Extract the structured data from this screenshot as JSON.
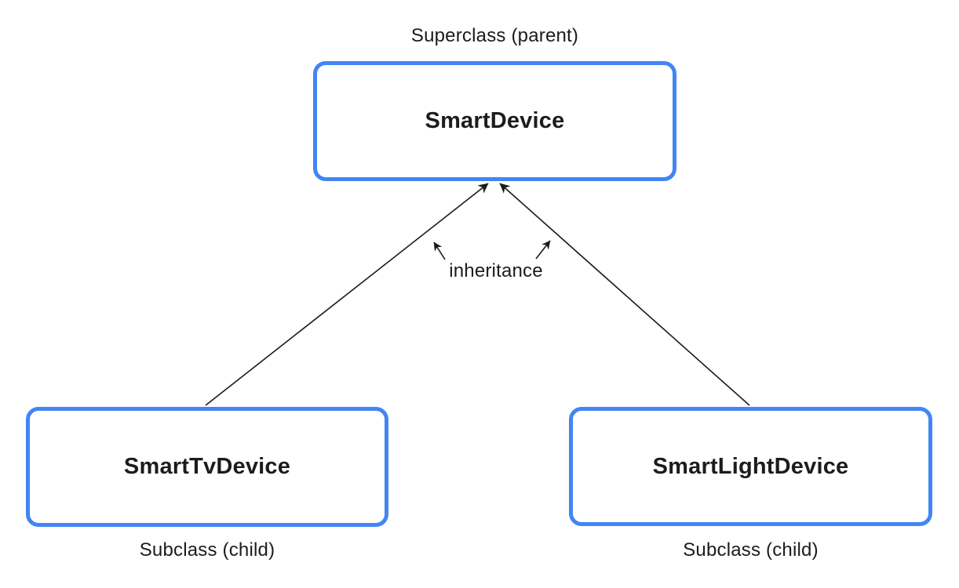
{
  "diagram": {
    "superclass_caption": "Superclass (parent)",
    "inheritance_label": "inheritance",
    "nodes": {
      "superclass": {
        "name": "SmartDevice"
      },
      "subclass_tv": {
        "name": "SmartTvDevice",
        "caption": "Subclass (child)"
      },
      "subclass_light": {
        "name": "SmartLightDevice",
        "caption": "Subclass (child)"
      }
    },
    "colors": {
      "box_border": "#4285F4",
      "box_fill": "#ffffff",
      "arrow": "#1a1a1a",
      "text": "#1c1c1c"
    }
  }
}
